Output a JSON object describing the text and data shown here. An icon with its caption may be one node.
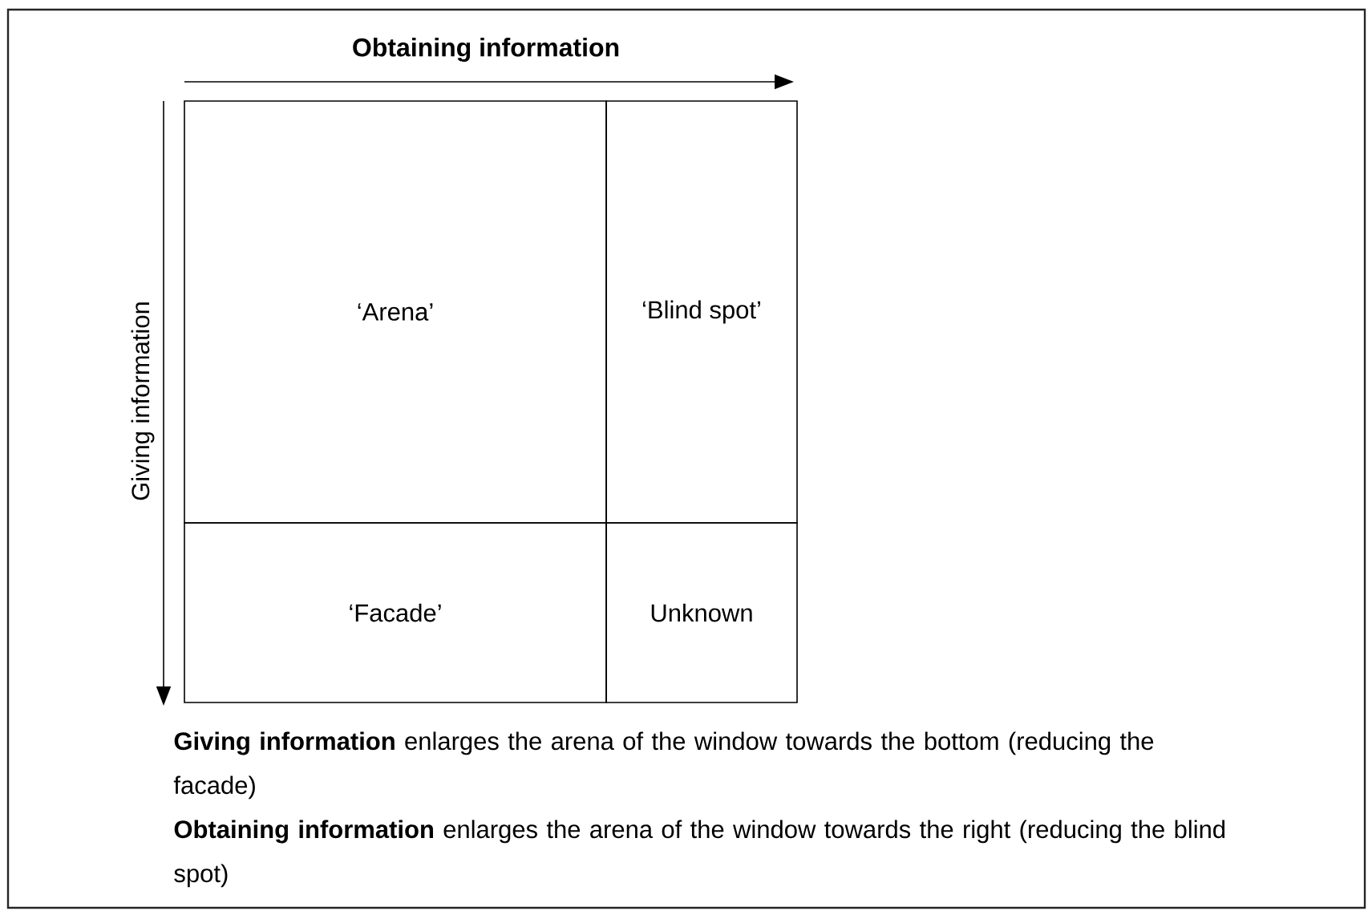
{
  "diagram": {
    "nodes": [
      {
        "text": [
          "‘Arena’"
        ]
      },
      {
        "text": [
          "‘Blind spot’"
        ]
      },
      {
        "text": [
          "‘Facade’"
        ]
      },
      {
        "text": [
          "Unknown"
        ]
      }
    ],
    "labels": [
      "Obtaining information",
      "Giving information",
      "**Giving information** enlarges the arena of the window towards the bottom (reducing the facade)",
      "**Obtaining information** enlarges the arena of the window towards the right (reducing the blind spot)"
    ]
  }
}
